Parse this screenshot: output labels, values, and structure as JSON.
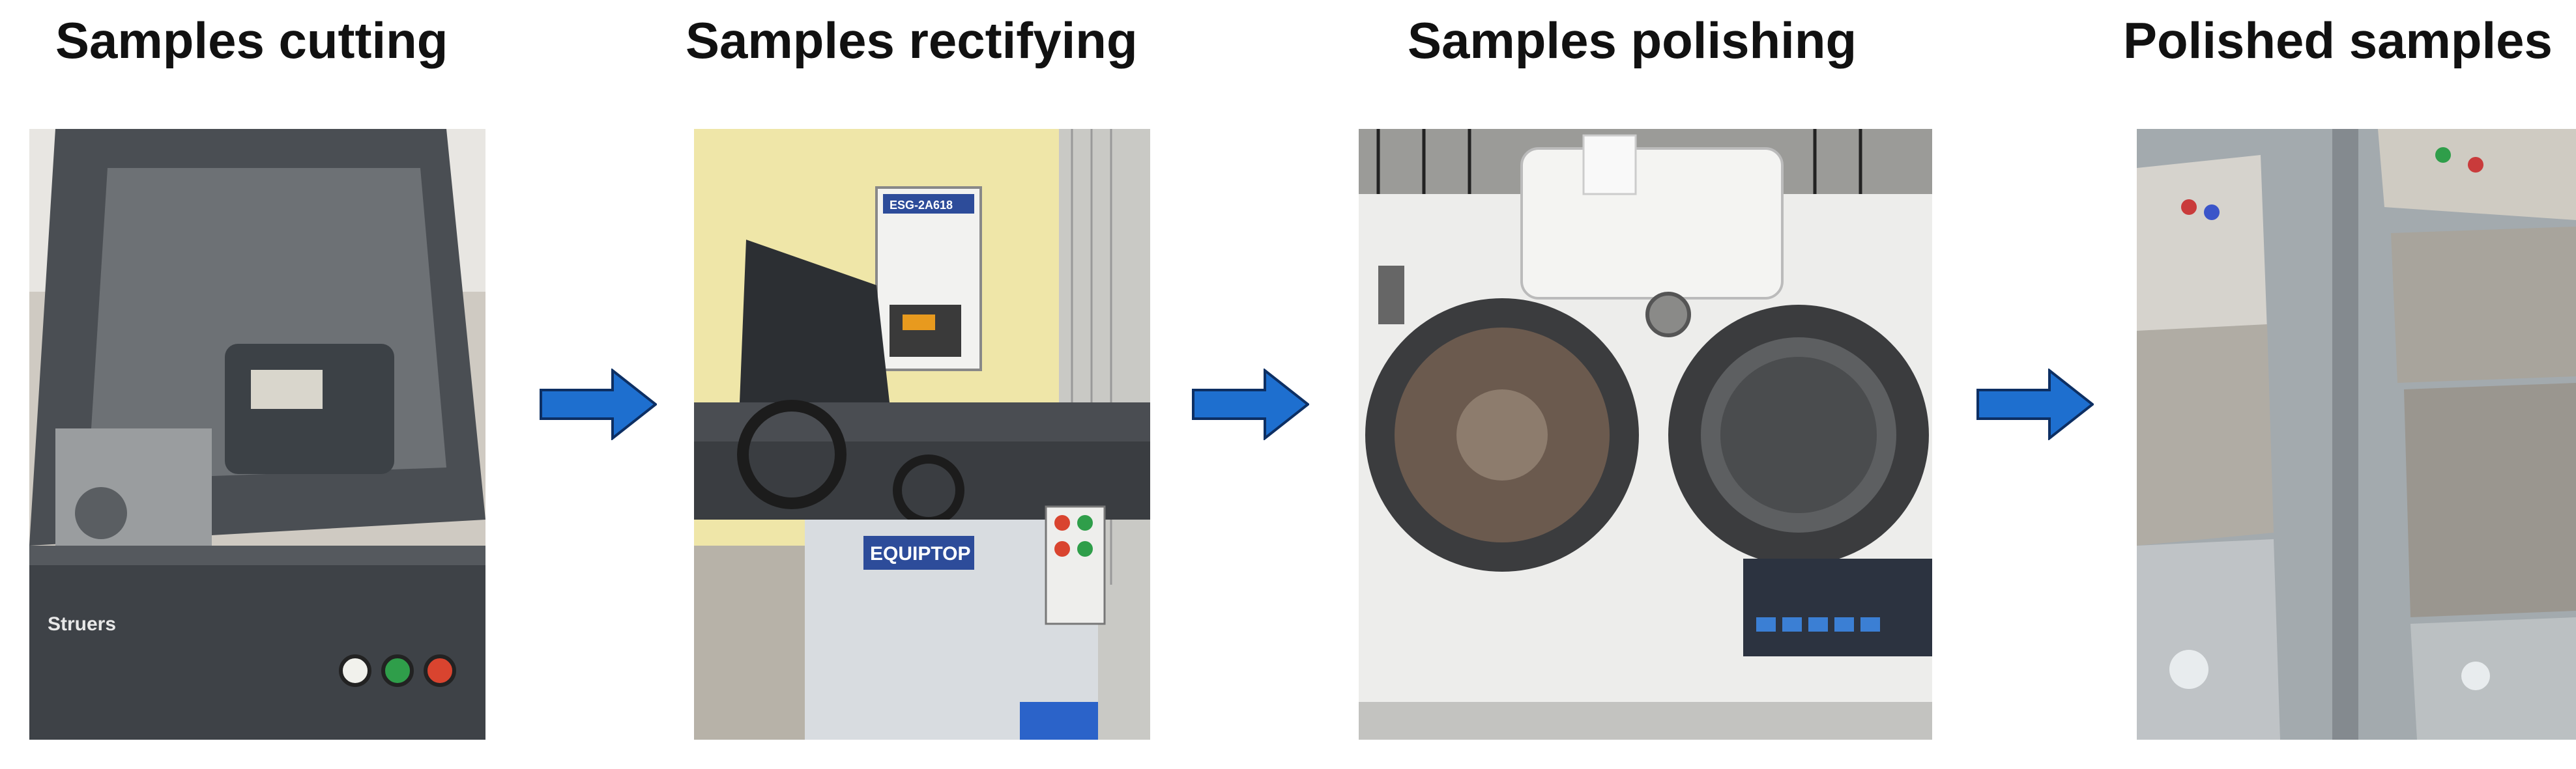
{
  "steps": [
    {
      "title": "Samples cutting"
    },
    {
      "title": "Samples rectifying"
    },
    {
      "title": "Samples polishing"
    },
    {
      "title": "Polished samples"
    }
  ],
  "photo_labels": {
    "cutter_brand": "Struers",
    "grinder_brand": "EQUIPTOP",
    "grinder_plate": "ESG-2A618"
  },
  "colors": {
    "arrow": "#1e6fcf",
    "arrow_outline": "#0d2f63",
    "title_text": "#111111"
  }
}
